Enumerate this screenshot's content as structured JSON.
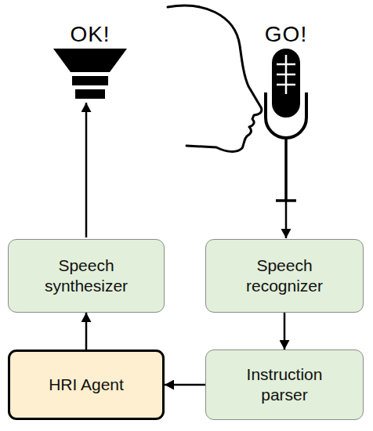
{
  "diagram": {
    "nodes": [
      {
        "text": [
          "Speech synthesizer"
        ]
      },
      {
        "text": [
          "Speech recognizer"
        ]
      },
      {
        "text": [
          "HRI Agent"
        ]
      },
      {
        "text": [
          "Instruction parser"
        ]
      }
    ],
    "edges": [
      {
        "from": 1,
        "to": 3,
        "arrow": "to"
      },
      {
        "from": 3,
        "to": 2,
        "arrow": "to"
      },
      {
        "from": 2,
        "to": 0,
        "arrow": "to"
      }
    ],
    "labels": [
      "OK!",
      "GO!"
    ]
  }
}
